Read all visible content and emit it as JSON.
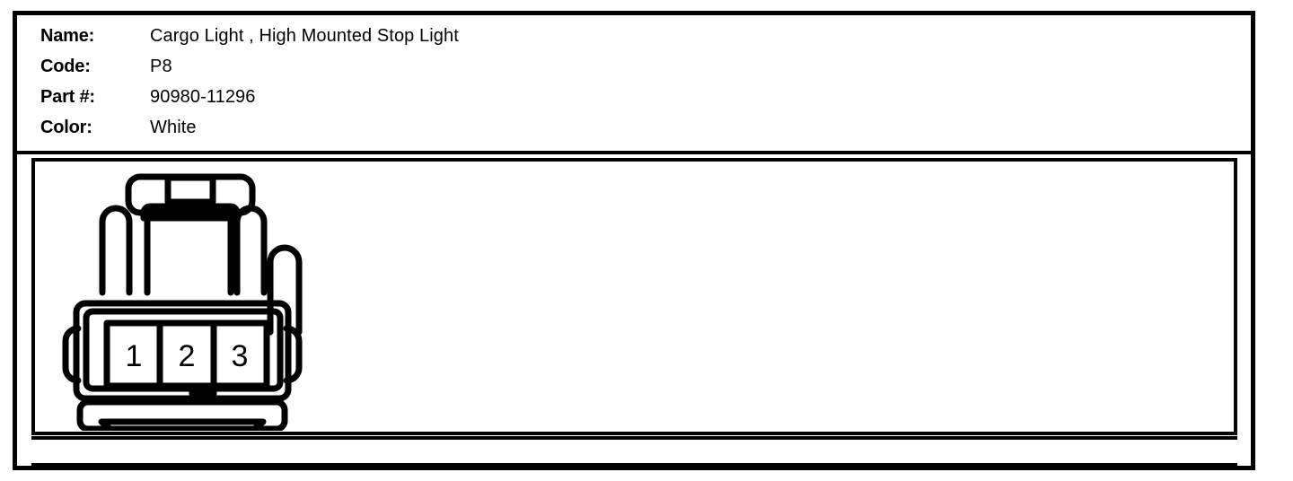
{
  "card": {
    "info_rows": [
      {
        "label": "Name:",
        "value": "Cargo Light , High Mounted Stop Light"
      },
      {
        "label": "Code:",
        "value": "P8"
      },
      {
        "label": "Part #:",
        "value": "90980-11296"
      },
      {
        "label": "Color:",
        "value": "White"
      }
    ]
  },
  "diagram": {
    "type": "connector-pinout",
    "view": "front-face",
    "cavity_count": 3,
    "pins": [
      {
        "number": "1"
      },
      {
        "number": "2"
      },
      {
        "number": "3"
      }
    ],
    "features": {
      "top_latch": "locking-tab",
      "side_posts": 2,
      "bottom_notch": "polarizing-notch",
      "right_hook": "secondary-lock-hook"
    }
  },
  "notes": {
    "text": ""
  },
  "colors": {
    "ink": "#000000",
    "paper": "#ffffff"
  }
}
